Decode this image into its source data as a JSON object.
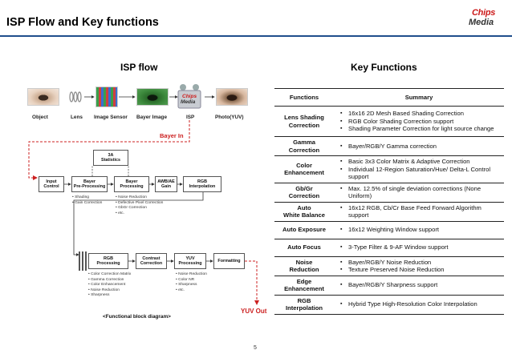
{
  "header": {
    "title": "ISP Flow and Key functions",
    "logo_line1": "Chips",
    "logo_line2": "Media"
  },
  "flow": {
    "heading": "ISP flow",
    "strip_labels": [
      "Object",
      "Lens",
      "Image Sensor",
      "Bayer Image",
      "ISP",
      "Photo(YUV)"
    ],
    "isp_chip_line1": "Chips",
    "isp_chip_line2": "Media",
    "bayer_in": "Bayer In",
    "yuv_out": "YUV Out",
    "stats_block": "3A\nStatistics",
    "row1_blocks": [
      "Input\nControl",
      "Bayer\nPre-Processing",
      "Bayer\nProcessing",
      "AWB/AE\nGain",
      "RGB\nInterpolation"
    ],
    "row1_notes_a": [
      "• Shading",
      "• Gain Correction"
    ],
    "row1_notes_b": [
      "• Noise Reduction",
      "• Defective Pixel Correction",
      "• GbGr Correction",
      "• etc."
    ],
    "row2_blocks": [
      "RGB\nProcessing",
      "Contrast\nCorrection",
      "YUV\nProcessing",
      "Formatting"
    ],
    "row2_notes_a": [
      "• Color Correction Matrix",
      "• Gamma Correction",
      "• Color Enhancement",
      "• Noise Reduction",
      "• Sharpness"
    ],
    "row2_notes_b": [
      "• Noise Reduction",
      "• Color NR",
      "• Sharpness",
      "• etc."
    ],
    "caption": "<Functional block diagram>"
  },
  "key": {
    "heading": "Key Functions",
    "col_functions": "Functions",
    "col_summary": "Summary",
    "rows": [
      {
        "fn": "Lens Shading\nCorrection",
        "items": [
          "16x16 2D Mesh Based Shading Correction",
          "RGB Color Shading Correction support",
          "Shading Parameter Correction for light source change"
        ]
      },
      {
        "fn": "Gamma\nCorrection",
        "items": [
          "Bayer/RGB/Y Gamma correction"
        ]
      },
      {
        "fn": "Color\nEnhancement",
        "items": [
          "Basic 3x3 Color Matrix & Adaptive Correction",
          "Individual 12-Region Saturation/Hue/    Delta-L Control support"
        ]
      },
      {
        "fn": "Gb/Gr\nCorrection",
        "items": [
          "Max. 12.5% of single deviation corrections (None Uniform)"
        ]
      },
      {
        "fn": "Auto\nWhite Balance",
        "items": [
          "16x12 RGB, Cb/Cr Base Feed Forward Algorithm support"
        ]
      },
      {
        "fn": "Auto Exposure",
        "items": [
          "16x12 Weighting Window support"
        ]
      },
      {
        "fn": "Auto Focus",
        "items": [
          "3-Type Filter & 9-AF Window support"
        ]
      },
      {
        "fn": "Noise\nReduction",
        "items": [
          "Bayer/RGB/Y Noise Reduction",
          "Texture Preserved Noise Reduction"
        ]
      },
      {
        "fn": "Edge\nEnhancement",
        "items": [
          "Bayer/RGB/Y Sharpness support"
        ]
      },
      {
        "fn": "RGB\nInterpolation",
        "items": [
          "Hybrid Type High-Resolution Color Interpolation"
        ]
      }
    ]
  },
  "page_number": "5",
  "colors": {
    "accent": "#1f4e8c",
    "red": "#cc2020"
  }
}
